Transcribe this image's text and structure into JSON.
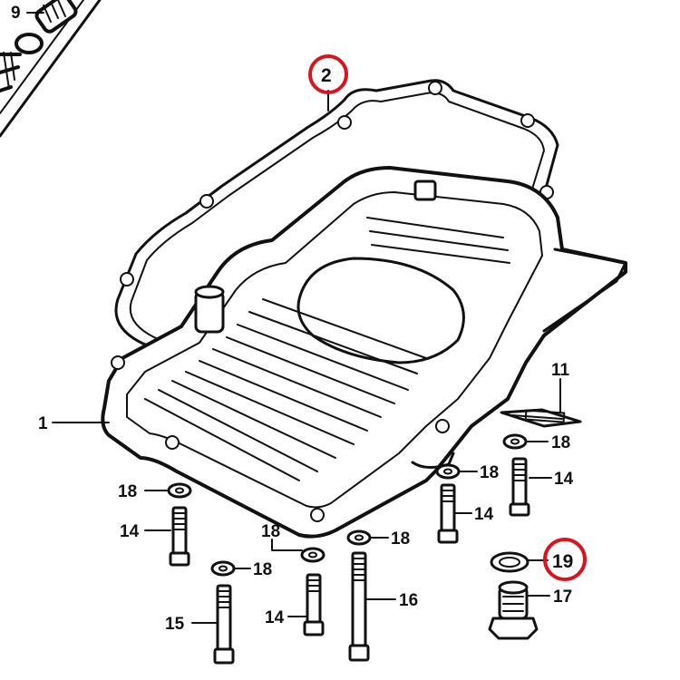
{
  "labels": {
    "p1": "1",
    "p2": "2",
    "p9": "9",
    "p11": "11",
    "p14a": "14",
    "p14b": "14",
    "p14c": "14",
    "p14d": "14",
    "p15": "15",
    "p16": "16",
    "p17": "17",
    "p18a": "18",
    "p18b": "18",
    "p18c": "18",
    "p18d": "18",
    "p18e": "18",
    "p18f": "18",
    "p19": "19"
  },
  "colors": {
    "line": "#111111",
    "highlight": "#d8141e",
    "background": "#ffffff"
  }
}
